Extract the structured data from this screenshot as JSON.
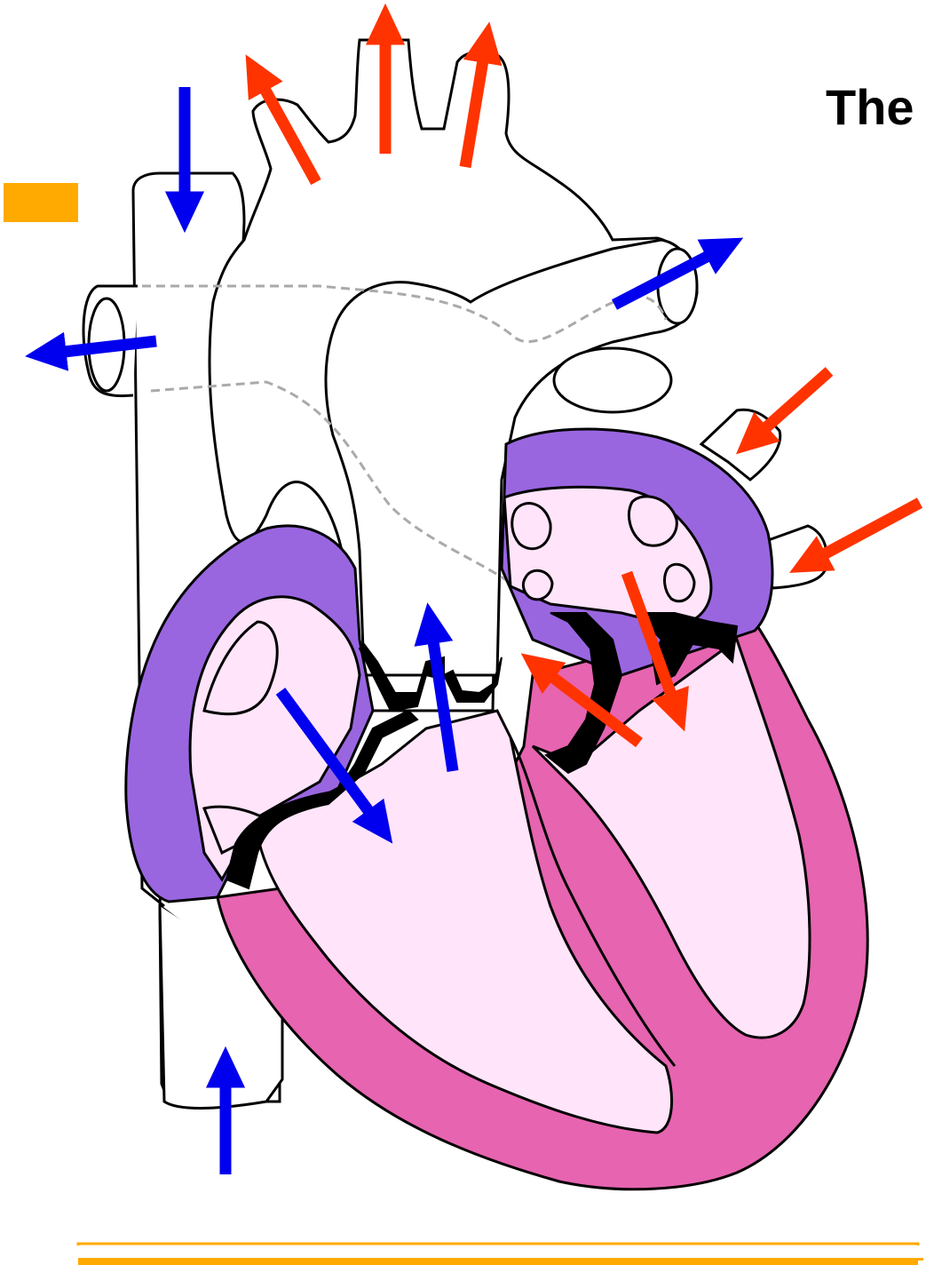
{
  "title": "The",
  "colors": {
    "oxygenated_arrow": "#ff3300",
    "deoxygenated_arrow": "#0000ee",
    "atrium_wall": "#9966e0",
    "ventricle_wall": "#e664b0",
    "chamber_fill": "#ffe4fa",
    "valve": "#000000",
    "bullet": "#ffaa00",
    "vessel_outline": "#000000",
    "hidden_vessel_dash": "#aaaaaa"
  },
  "icons": {
    "bullet": "orange-square-bullet",
    "arrow": "straight-arrow"
  }
}
